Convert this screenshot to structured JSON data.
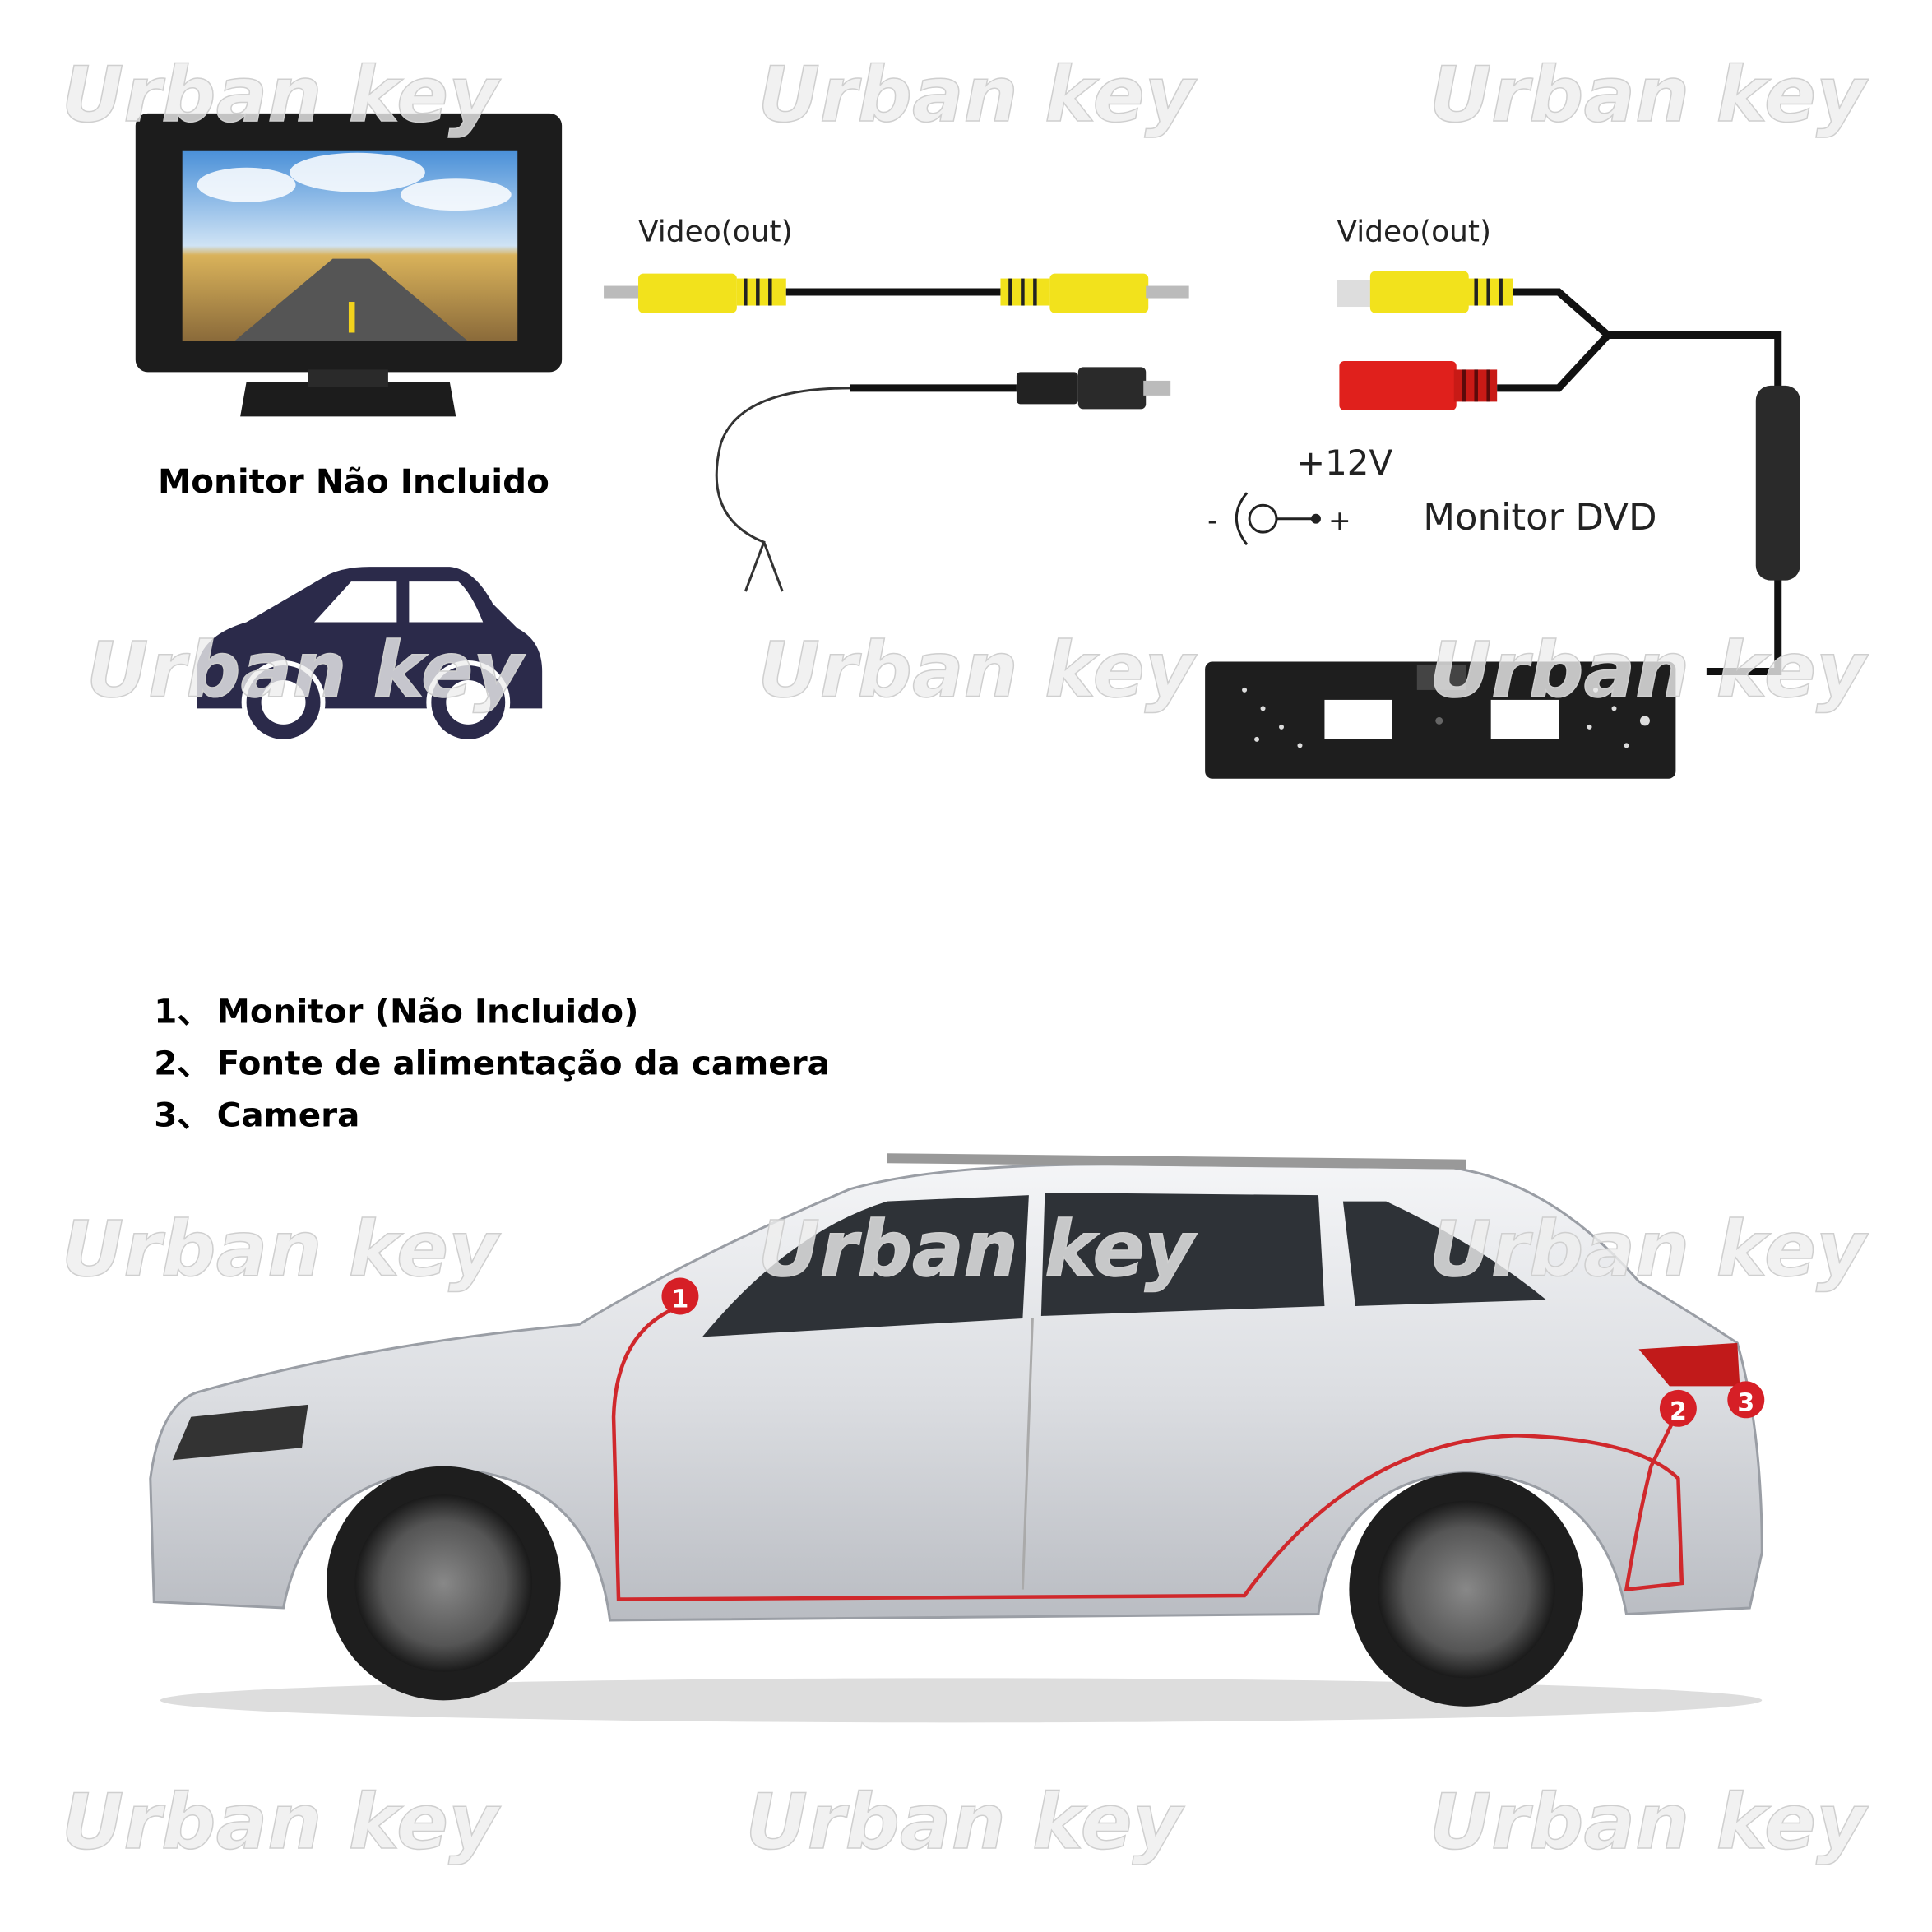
{
  "watermark": "Urban key",
  "monitor_caption": "Monitor Não Incluido",
  "left_cable": {
    "label": "Video(out)"
  },
  "right_cable": {
    "label": "Video(out)",
    "voltage": "+12V",
    "monitor_label": "Monitor DVD",
    "minus": "-",
    "plus": "+"
  },
  "legend": [
    {
      "num": "1、",
      "text": "Monitor (Não Incluido)"
    },
    {
      "num": "2、",
      "text": "Fonte de alimentação da camera"
    },
    {
      "num": "3、",
      "text": "Camera"
    }
  ],
  "markers": [
    "1",
    "2",
    "3"
  ],
  "colors": {
    "rca_yellow": "#f2e21c",
    "rca_red": "#e0201c",
    "wire_red": "#d0282c",
    "car_icon": "#2b2a4a",
    "marker": "#d61f26"
  }
}
